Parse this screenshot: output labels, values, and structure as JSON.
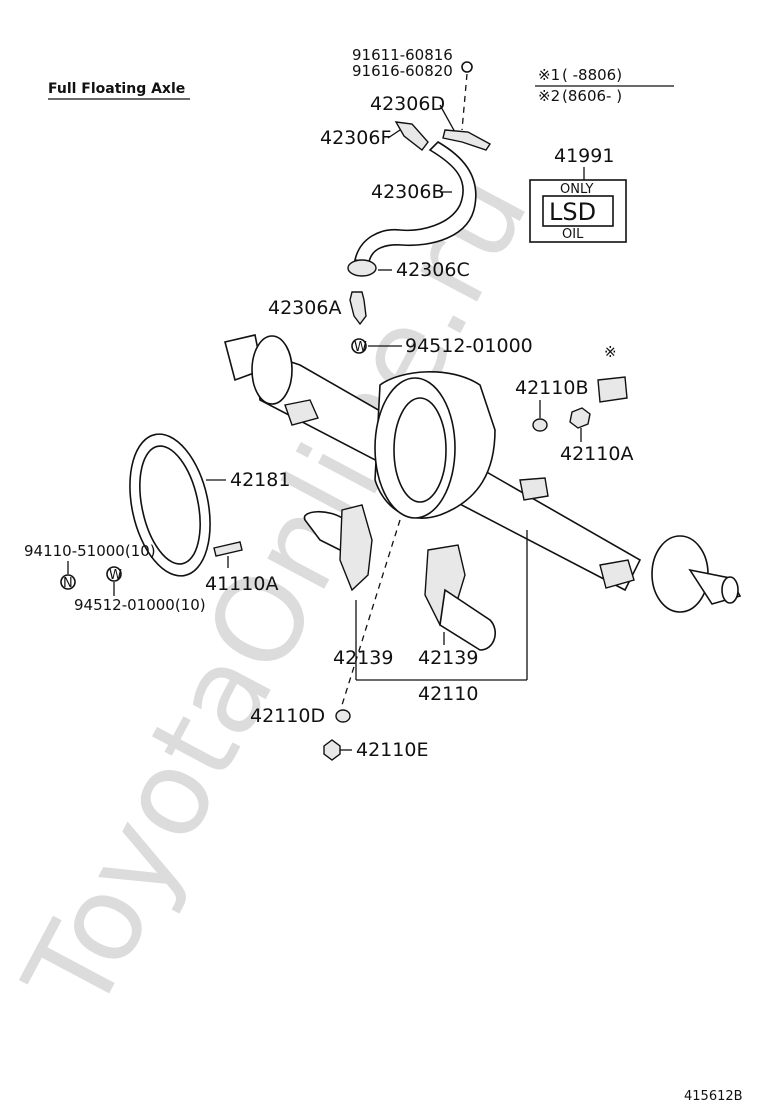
{
  "title": "Full Floating Axle",
  "legend": {
    "line1_mark": "※1",
    "line1_text": "(       -8806)",
    "line2_mark": "※2",
    "line2_text": "(8606-         )"
  },
  "watermark": "ToyotaOnline.ru",
  "figure_number": "415612B",
  "lsd_label": {
    "top": "ONLY",
    "main": "LSD",
    "bottom": "OIL"
  },
  "symbols": {
    "washer": "W",
    "nut": "N",
    "asterisk": "※"
  },
  "parts": {
    "p91611": "91611-60816",
    "p91616": "91616-60820",
    "p42306D": "42306D",
    "p42306F": "42306F",
    "p42306B": "42306B",
    "p42306C": "42306C",
    "p42306A": "42306A",
    "p94512a": "94512-01000",
    "p41991": "41991",
    "p42110B": "42110B",
    "p42110A": "42110A",
    "p42181": "42181",
    "p94110": "94110-51000(10)",
    "p94512b": "94512-01000(10)",
    "p41110A": "41110A",
    "p42139a": "42139",
    "p42139b": "42139",
    "p42110": "42110",
    "p42110D": "42110D",
    "p42110E": "42110E"
  }
}
